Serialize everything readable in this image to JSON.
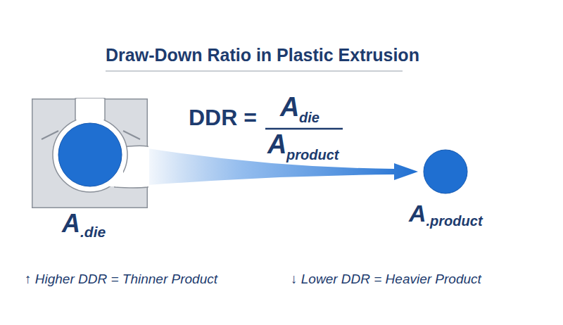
{
  "diagram": {
    "title": "Draw-Down Ratio in Plastic Extrusion",
    "nodes": [
      {
        "text": [
          "A",
          ".die"
        ]
      },
      {
        "text": [
          "A",
          ".product"
        ]
      }
    ],
    "edges": [
      {
        "from": 0,
        "to": 1,
        "arrow": "to"
      }
    ],
    "labels": [
      "DDR =",
      "A",
      "die",
      "A",
      "product",
      "↑ Higher DDR = Thinner Product",
      "↓ Lower DDR = Heavier Product"
    ]
  }
}
